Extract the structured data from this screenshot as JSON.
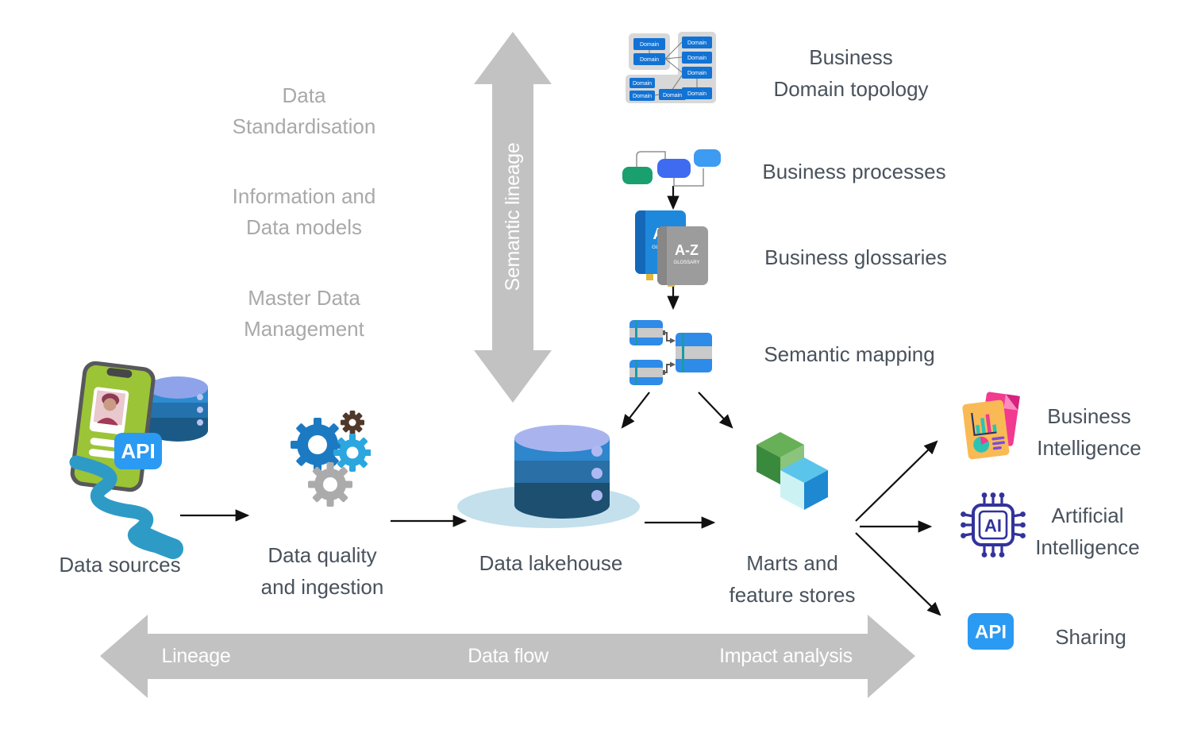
{
  "diagram": {
    "left_notes": [
      {
        "lines": [
          "Data",
          "Standardisation"
        ]
      },
      {
        "lines": [
          "Information and",
          "Data models"
        ]
      },
      {
        "lines": [
          "Master Data",
          "Management"
        ]
      }
    ],
    "semantic_axis": {
      "label": "Semantic lineage"
    },
    "bottom_axis": {
      "labels": [
        "Lineage",
        "Data flow",
        "Impact analysis"
      ]
    },
    "semantic_chain": [
      {
        "lines": [
          "Business",
          "Domain topology"
        ]
      },
      {
        "lines": [
          "Business processes"
        ]
      },
      {
        "lines": [
          "Business glossaries"
        ]
      },
      {
        "lines": [
          "Semantic mapping"
        ]
      }
    ],
    "pipeline": [
      {
        "lines": [
          "Data sources"
        ]
      },
      {
        "lines": [
          "Data quality",
          "and ingestion"
        ]
      },
      {
        "lines": [
          "Data lakehouse"
        ]
      },
      {
        "lines": [
          "Marts and",
          "feature stores"
        ]
      }
    ],
    "outputs": [
      {
        "lines": [
          "Business",
          "Intelligence"
        ]
      },
      {
        "lines": [
          "Artificial",
          "Intelligence"
        ]
      },
      {
        "lines": [
          "Sharing"
        ]
      }
    ],
    "icon_text": {
      "api": "API",
      "ai": "AI",
      "glossary_title": "A-Z",
      "glossary_subtitle": "GLOSSARY",
      "domain_box": "Domain"
    },
    "colors": {
      "label_text": "#49525c",
      "muted_text": "#a9a9a9",
      "axis_gray": "#c2c2c2",
      "arrow_black": "#111111",
      "api_blue": "#2b9af3",
      "accent_blue": "#1e88dc"
    }
  }
}
